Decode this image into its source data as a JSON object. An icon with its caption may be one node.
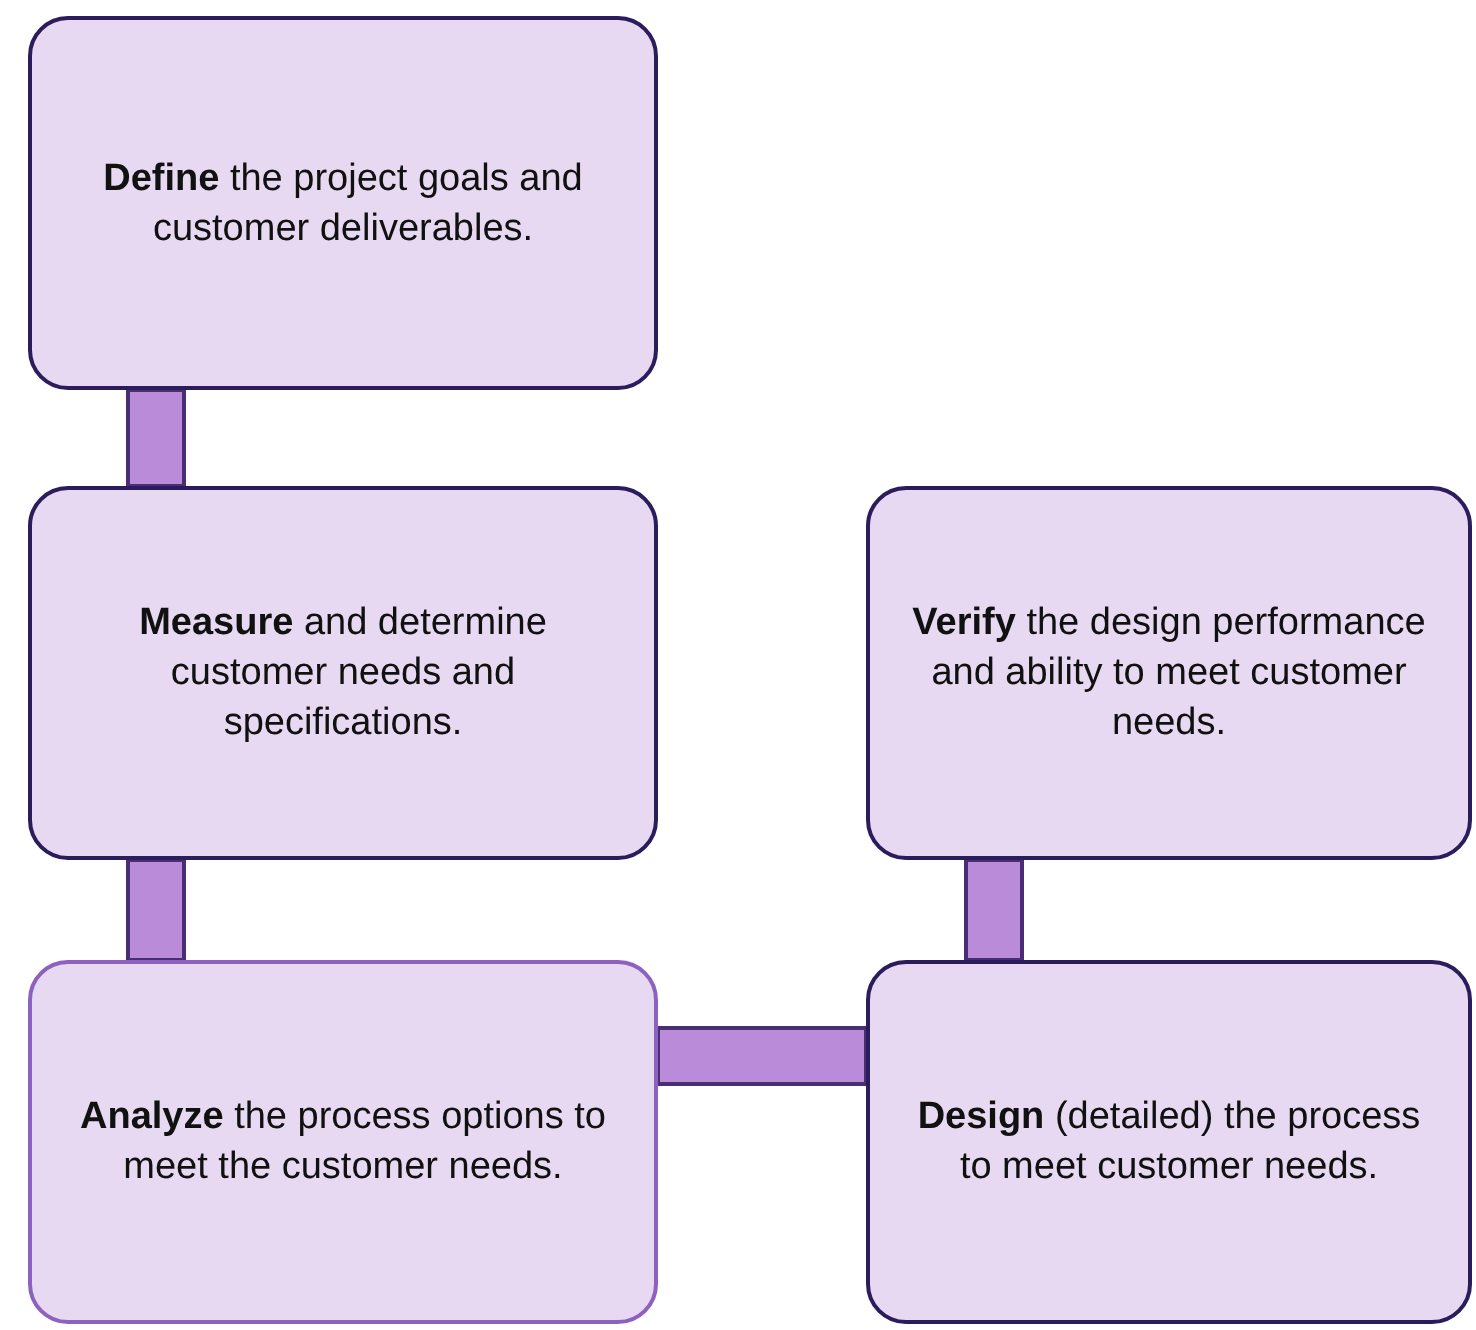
{
  "diagram": {
    "nodes": [
      {
        "text": [
          "**Define** the project goals and customer deliverables."
        ]
      },
      {
        "text": [
          "**Measure** and determine customer needs and specifications."
        ]
      },
      {
        "text": [
          "**Analyze** the process options to meet the customer needs."
        ]
      },
      {
        "text": [
          "**Verify** the design performance and ability to meet customer needs."
        ]
      },
      {
        "text": [
          "**Design** (detailed) the process to meet customer needs."
        ]
      }
    ],
    "edges": [
      {
        "from": 0,
        "to": 1,
        "arrow": "none",
        "style": "thick"
      },
      {
        "from": 1,
        "to": 2,
        "arrow": "none",
        "style": "thick"
      },
      {
        "from": 2,
        "to": 4,
        "arrow": "none",
        "style": "thick"
      },
      {
        "from": 4,
        "to": 3,
        "arrow": "none",
        "style": "thick"
      }
    ]
  }
}
